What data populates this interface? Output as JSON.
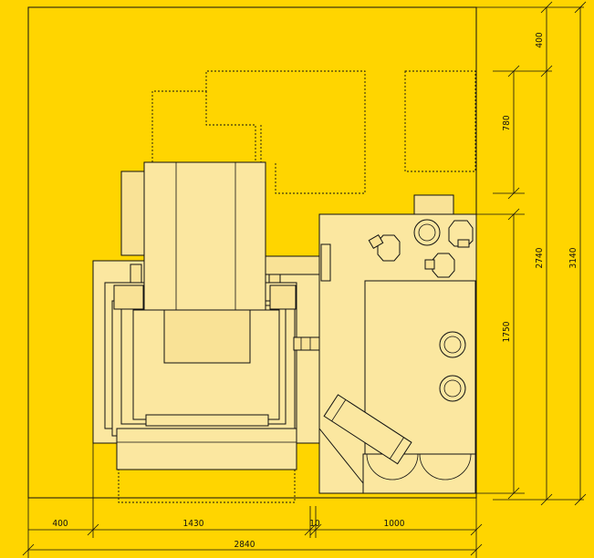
{
  "dimensions": {
    "bottom": {
      "d400": "400",
      "d1430": "1430",
      "d10": "10",
      "d1000": "1000",
      "d2840": "2840"
    },
    "right": {
      "d400": "400",
      "d780": "780",
      "d2740": "2740",
      "d3140": "3140",
      "d1750": "1750"
    }
  }
}
